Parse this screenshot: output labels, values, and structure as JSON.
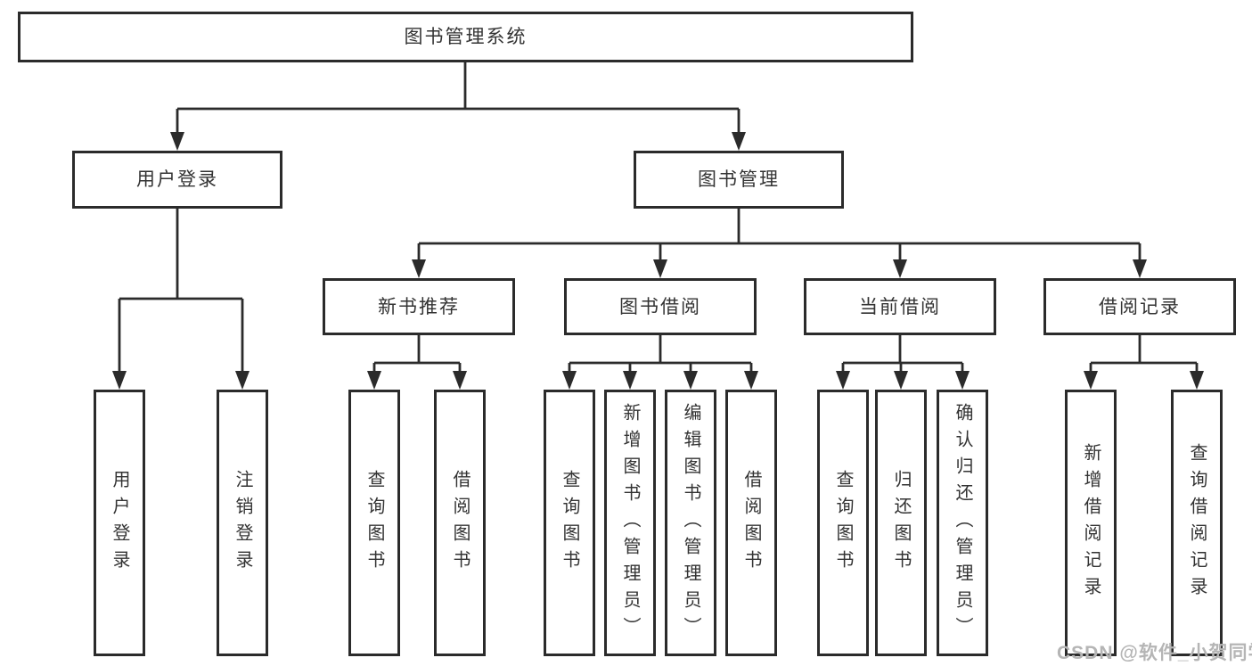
{
  "tree": {
    "label": "图书管理系统",
    "children": [
      {
        "label": "用户登录",
        "children": [
          {
            "label": "用户登录"
          },
          {
            "label": "注销登录"
          }
        ]
      },
      {
        "label": "图书管理",
        "children": [
          {
            "label": "新书推荐",
            "children": [
              {
                "label": "查询图书"
              },
              {
                "label": "借阅图书"
              }
            ]
          },
          {
            "label": "图书借阅",
            "children": [
              {
                "label": "查询图书"
              },
              {
                "label": "新增图书（管理员）"
              },
              {
                "label": "编辑图书（管理员）"
              },
              {
                "label": "借阅图书"
              }
            ]
          },
          {
            "label": "当前借阅",
            "children": [
              {
                "label": "查询图书"
              },
              {
                "label": "归还图书"
              },
              {
                "label": "确认归还（管理员）"
              }
            ]
          },
          {
            "label": "借阅记录",
            "children": [
              {
                "label": "新增借阅记录"
              },
              {
                "label": "查询借阅记录"
              }
            ]
          }
        ]
      }
    ]
  },
  "watermark": "CSDN @软件_小贺同学",
  "colors": {
    "line": "#2b2b2b",
    "box_border": "#2b2b2b",
    "text": "#333333",
    "background": "#ffffff",
    "watermark": "#b5b5b5"
  }
}
